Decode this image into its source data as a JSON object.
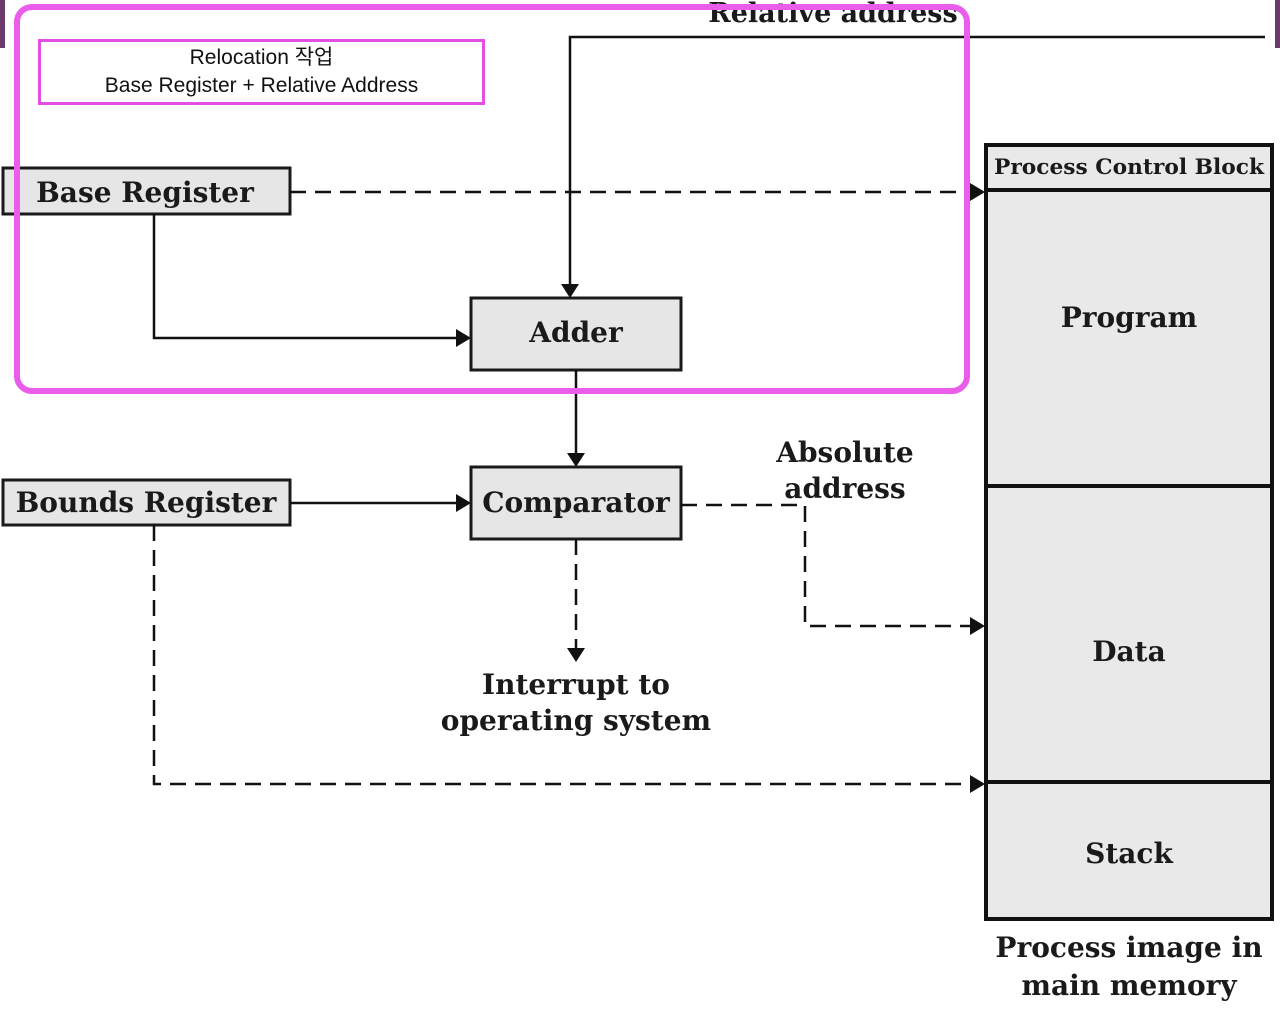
{
  "note": {
    "line1": "Relocation 작업",
    "line2": "Base Register + Relative Address"
  },
  "labels": {
    "relative_address": "Relative address",
    "base_register": "Base Register",
    "bounds_register": "Bounds Register",
    "adder": "Adder",
    "comparator": "Comparator",
    "absolute_address_1": "Absolute",
    "absolute_address_2": "address",
    "interrupt_1": "Interrupt to",
    "interrupt_2": "operating system"
  },
  "memory": {
    "pcb": "Process Control Block",
    "program": "Program",
    "data": "Data",
    "stack": "Stack",
    "caption_1": "Process image in",
    "caption_2": "main memory"
  },
  "colors": {
    "highlight": "#ea5cea",
    "note_border": "#e34fe3",
    "box_fill": "#e6e6e6"
  }
}
